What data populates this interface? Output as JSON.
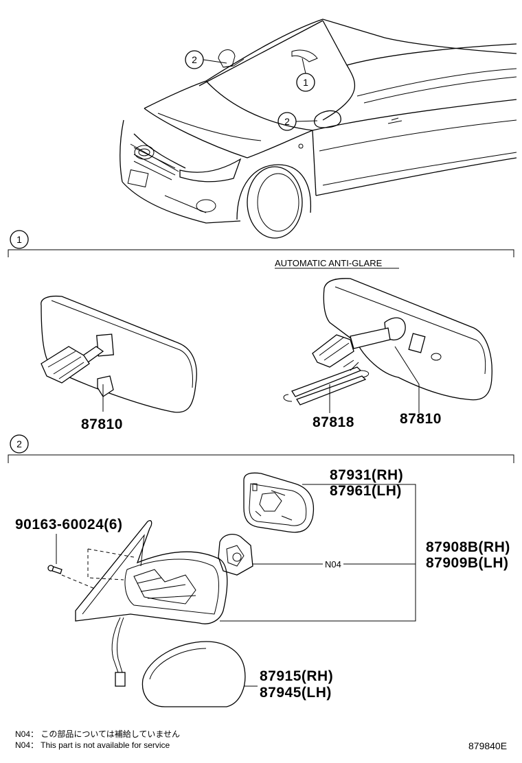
{
  "callouts": {
    "one": "1",
    "two": "2"
  },
  "section1": {
    "marker": "1",
    "header": "AUTOMATIC ANTI-GLARE",
    "parts": {
      "left_mirror": "87810",
      "clip": "87818",
      "right_mirror": "87810"
    }
  },
  "section2": {
    "marker": "2",
    "parts": {
      "glass_rh": "87931(RH)",
      "glass_lh": "87961(LH)",
      "screw": "90163-60024(6)",
      "motor_note": "N04",
      "assy_rh": "87908B(RH)",
      "assy_lh": "87909B(LH)",
      "cover_rh": "87915(RH)",
      "cover_lh": "87945(LH)"
    }
  },
  "footnotes": {
    "jp": "N04： この部品については補給していません",
    "en": "N04： This part is not available for service"
  },
  "figure_id": "879840E"
}
